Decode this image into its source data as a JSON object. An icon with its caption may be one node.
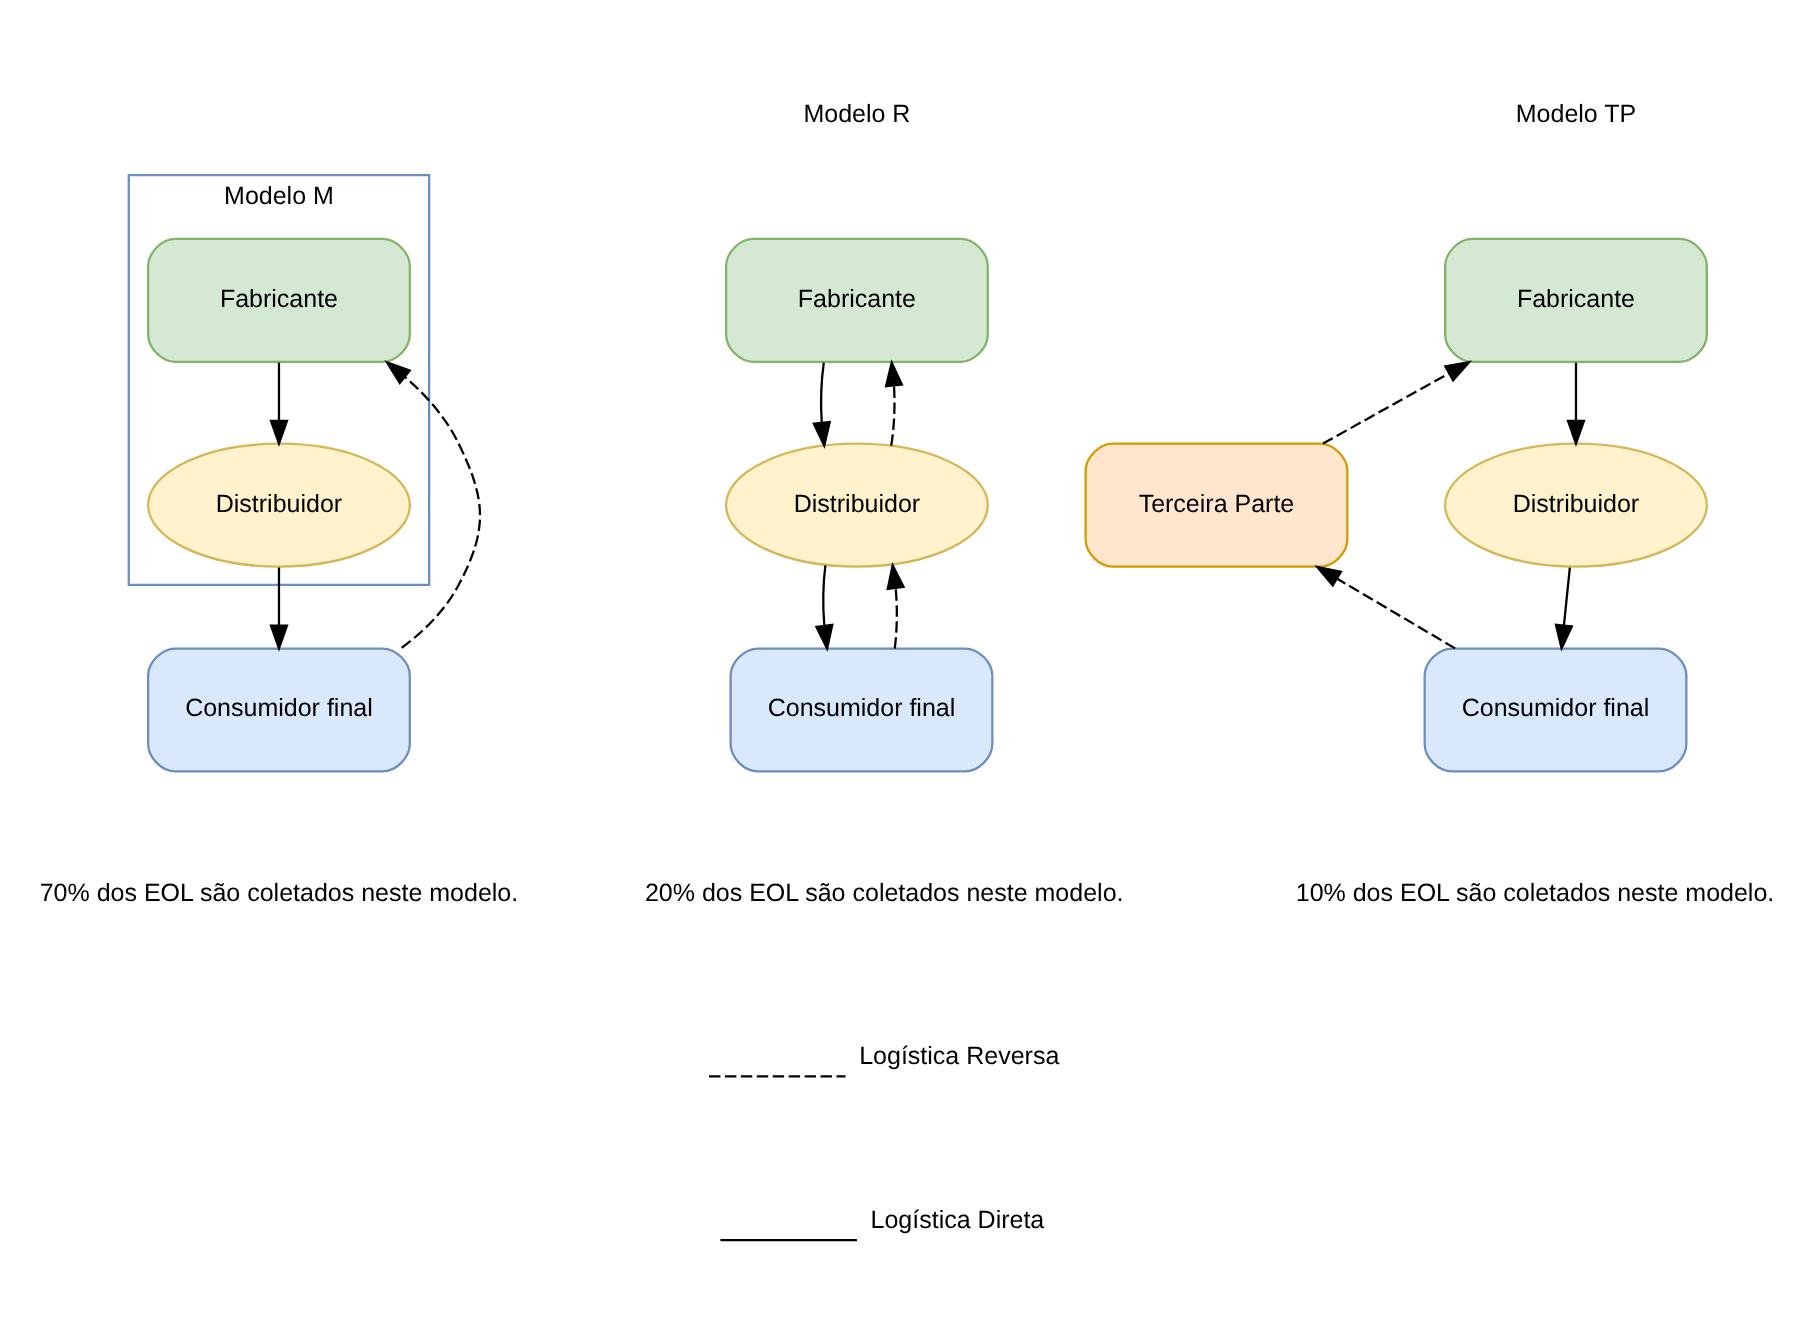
{
  "diagram": {
    "nodes": [
      {
        "text": [
          "Modelo M"
        ]
      },
      {
        "text": [
          "Fabricante"
        ],
        "in": 0
      },
      {
        "text": [
          "Distribuidor"
        ],
        "in": 0
      },
      {
        "text": [
          "Consumidor final"
        ]
      },
      {
        "text": [
          "Fabricante"
        ]
      },
      {
        "text": [
          "Distribuidor"
        ]
      },
      {
        "text": [
          "Consumidor final"
        ]
      },
      {
        "text": [
          "Terceira Parte"
        ]
      },
      {
        "text": [
          "Fabricante"
        ]
      },
      {
        "text": [
          "Distribuidor"
        ]
      },
      {
        "text": [
          "Consumidor final"
        ]
      }
    ],
    "edges": [
      {
        "from": 1,
        "to": 2,
        "arrow": "to"
      },
      {
        "from": 2,
        "to": 3,
        "arrow": "to"
      },
      {
        "from": 3,
        "to": 1,
        "arrow": "to",
        "style": "dashed"
      },
      {
        "from": 4,
        "to": 5,
        "arrow": "to"
      },
      {
        "from": 5,
        "to": 6,
        "arrow": "to"
      },
      {
        "from": 6,
        "to": 5,
        "arrow": "to",
        "style": "dashed"
      },
      {
        "from": 5,
        "to": 4,
        "arrow": "to",
        "style": "dashed"
      },
      {
        "from": 8,
        "to": 9,
        "arrow": "to"
      },
      {
        "from": 9,
        "to": 10,
        "arrow": "to"
      },
      {
        "from": 10,
        "to": 7,
        "arrow": "to",
        "style": "dashed"
      },
      {
        "from": 7,
        "to": 8,
        "arrow": "to",
        "style": "dashed"
      }
    ],
    "labels": [
      "Modelo R",
      "Modelo TP",
      "70% dos EOL são coletados neste modelo.",
      "20% dos EOL são coletados neste modelo.",
      "10% dos EOL são coletados neste modelo."
    ],
    "legend": [
      {
        "text": "Logística Reversa"
      },
      {
        "text": "Logística Direta"
      }
    ]
  }
}
